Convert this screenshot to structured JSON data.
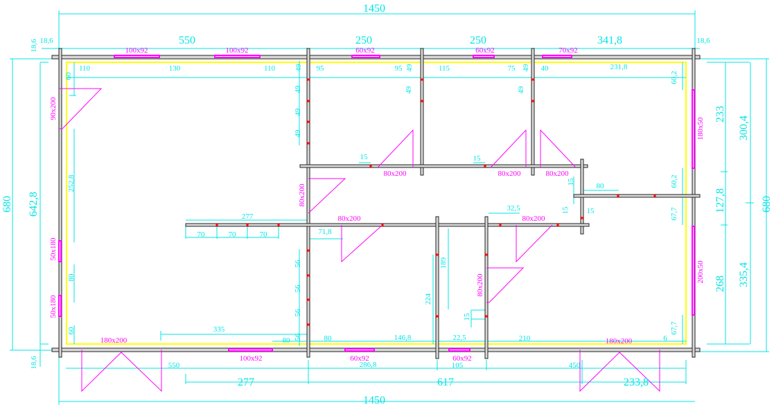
{
  "colors": {
    "dimension": "#00e5e5",
    "opening": "#ff00ff",
    "insulation": "#ffff00",
    "marker": "#ff0000",
    "wall": "#222222"
  },
  "overall": {
    "width_top": "1450",
    "width_bottom": "1450",
    "height_left": "680",
    "height_right": "680",
    "inner_height": "642,8"
  },
  "top_dims": {
    "wall_left": "18,6",
    "seg1": "550",
    "seg2": "250",
    "seg3": "250",
    "seg4": "341,8",
    "wall_right": "18,6",
    "wall_vert": "18,6"
  },
  "top_sub": {
    "a": "110",
    "b": "130",
    "c": "110",
    "d": "49",
    "e": "95",
    "f": "95",
    "g": "49",
    "h": "115",
    "i": "75",
    "j": "49",
    "k": "40",
    "l": "231,8"
  },
  "right_dims": {
    "a": "233",
    "b": "300,4",
    "c": "127,8",
    "d": "268",
    "e": "335,4"
  },
  "bottom_dims": {
    "wall": "18,6",
    "a": "550",
    "b": "286,8",
    "c": "105",
    "d": "450",
    "e": "277",
    "f": "617",
    "g": "233,8"
  },
  "inner_dims": {
    "left_60": "60",
    "left_2528": "252,8",
    "left_80": "80",
    "left_60b": "60",
    "col49_1": "49",
    "col49_2": "49",
    "col49_3": "49",
    "c609_49": "49",
    "c769_49": "49",
    "d15a": "15",
    "d15b": "15",
    "d15c": "15",
    "d80": "80",
    "r602a": "60,2",
    "r602b": "60,2",
    "r677a": "67,7",
    "r677b": "67,7",
    "d15d": "15",
    "d15e": "15",
    "d277": "277",
    "d70a": "70",
    "d70b": "70",
    "d70c": "70",
    "d718": "71,8",
    "d325": "32,5",
    "col56_1": "56",
    "col56_2": "56",
    "col56_3": "56",
    "col56_4": "56",
    "d80b": "80",
    "d335": "335",
    "d80c": "80",
    "d1468": "146,8",
    "d225": "22,5",
    "d210": "210",
    "d6": "6",
    "d189": "189",
    "d224": "224",
    "d15f": "15"
  },
  "openings": {
    "w_top1": "100x92",
    "w_top2": "100x92",
    "w_top3": "60x92",
    "w_top4": "60x92",
    "w_top5": "70x92",
    "w_bot1": "100x92",
    "w_bot2": "60x92",
    "w_bot3": "60x92",
    "w_left1": "50x180",
    "w_left2": "50x180",
    "w_right1": "180x50",
    "w_right2": "200x50",
    "d_left": "90x200",
    "d_mid": "80x200",
    "d_r1": "80x200",
    "d_r2": "80x200",
    "d_r3": "80x200",
    "d_hall1": "80x200",
    "d_hall2": "80x200",
    "d_vert": "80x200",
    "entry_left": "180x200",
    "entry_right": "180x200"
  }
}
